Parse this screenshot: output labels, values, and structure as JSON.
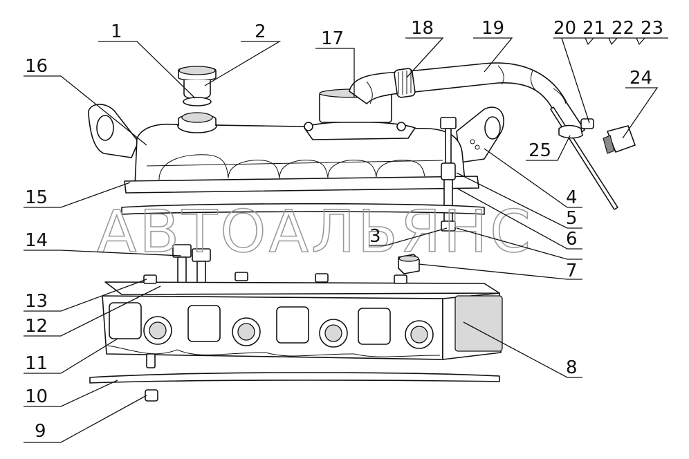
{
  "watermark": "АВТОАЛЬЯНС",
  "callouts": [
    {
      "id": "1",
      "text": "1"
    },
    {
      "id": "2",
      "text": "2"
    },
    {
      "id": "3",
      "text": "3"
    },
    {
      "id": "4",
      "text": "4"
    },
    {
      "id": "5",
      "text": "5"
    },
    {
      "id": "6",
      "text": "6"
    },
    {
      "id": "7",
      "text": "7"
    },
    {
      "id": "8",
      "text": "8"
    },
    {
      "id": "9",
      "text": "9"
    },
    {
      "id": "10",
      "text": "10"
    },
    {
      "id": "11",
      "text": "11"
    },
    {
      "id": "12",
      "text": "12"
    },
    {
      "id": "13",
      "text": "13"
    },
    {
      "id": "14",
      "text": "14"
    },
    {
      "id": "15",
      "text": "15"
    },
    {
      "id": "16",
      "text": "16"
    },
    {
      "id": "17",
      "text": "17"
    },
    {
      "id": "18",
      "text": "18"
    },
    {
      "id": "19",
      "text": "19"
    },
    {
      "id": "20",
      "text": "20"
    },
    {
      "id": "21",
      "text": "21"
    },
    {
      "id": "22",
      "text": "22"
    },
    {
      "id": "23",
      "text": "23"
    },
    {
      "id": "24",
      "text": "24"
    },
    {
      "id": "25",
      "text": "25"
    }
  ]
}
